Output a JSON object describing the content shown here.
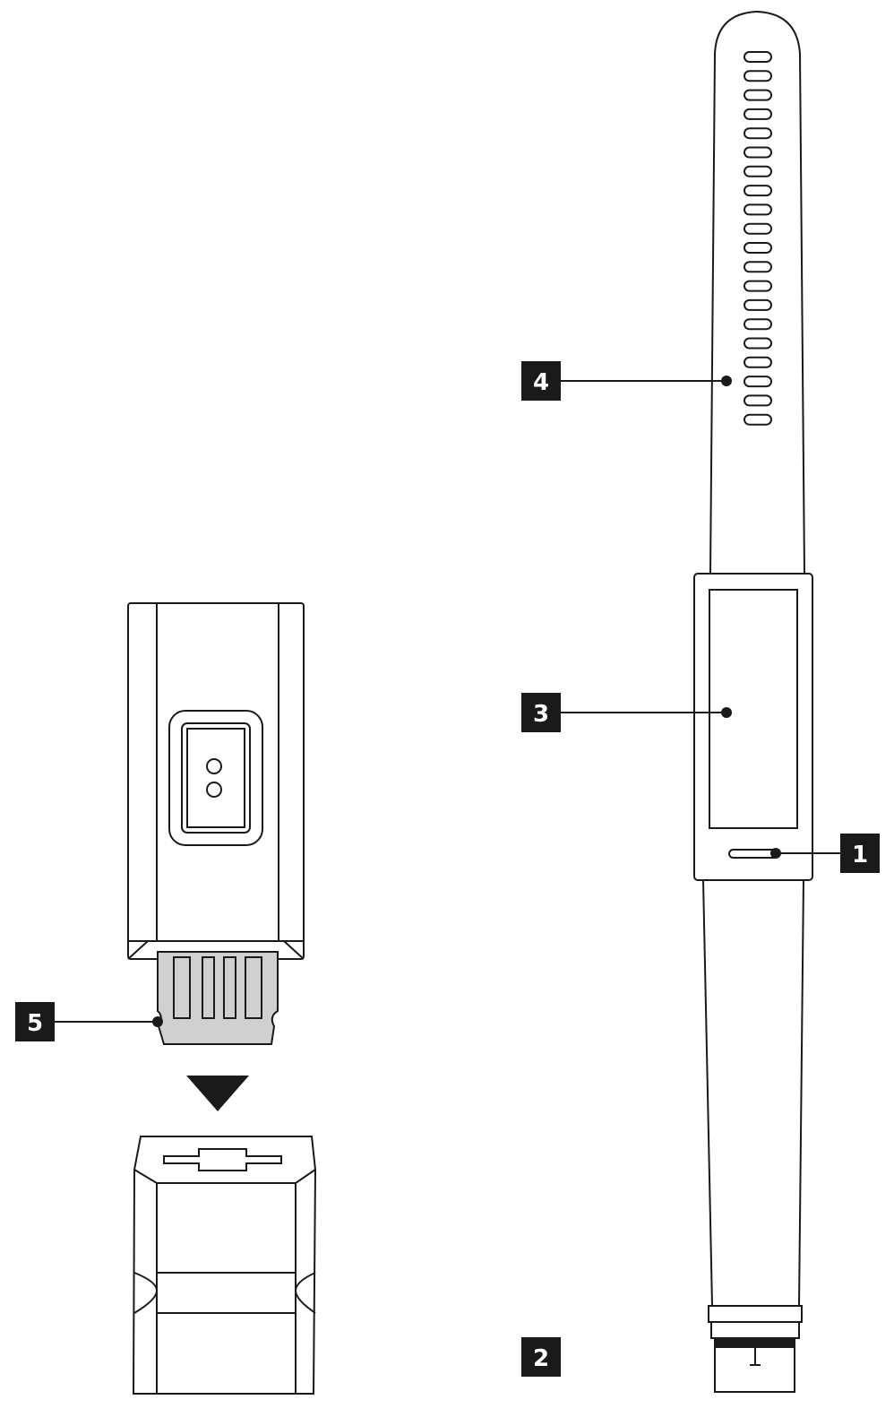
{
  "callouts": [
    {
      "id": "c1",
      "label": "1"
    },
    {
      "id": "c2",
      "label": "2"
    },
    {
      "id": "c3",
      "label": "3"
    },
    {
      "id": "c4",
      "label": "4"
    },
    {
      "id": "c5",
      "label": "5"
    }
  ],
  "colors": {
    "line": "#1a1a1a",
    "callout_bg": "#1a1a1a",
    "connector_fill": "#d0d0d0",
    "background": "#ffffff"
  },
  "strap_hole_count": 20
}
